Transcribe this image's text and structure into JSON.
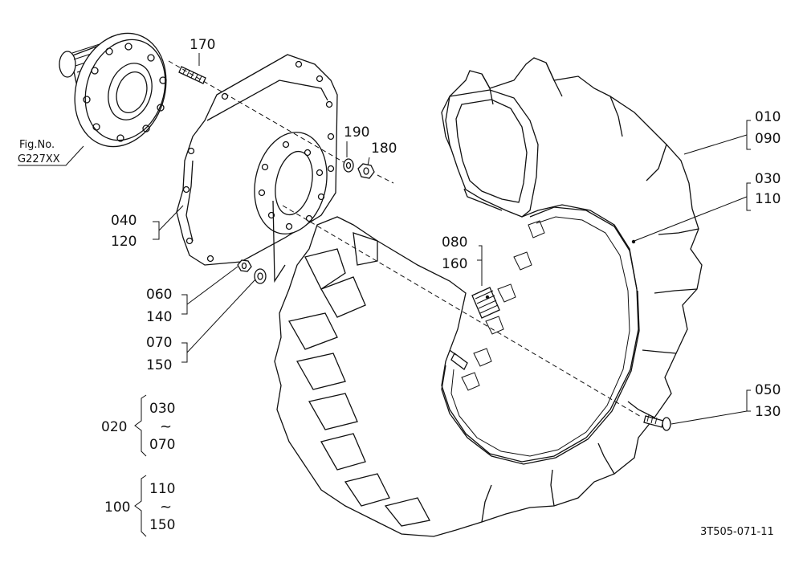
{
  "parts": {
    "p170": "170",
    "p190": "190",
    "p180": "180",
    "p010": "010",
    "p090": "090",
    "p030": "030",
    "p110": "110",
    "p040": "040",
    "p120": "120",
    "p080": "080",
    "p160": "160",
    "p060": "060",
    "p140": "140",
    "p070": "070",
    "p150": "150",
    "p050": "050",
    "p130": "130"
  },
  "groups": {
    "g020": {
      "label": "020",
      "from": "030",
      "sep": "~",
      "to": "070"
    },
    "g100": {
      "label": "100",
      "from": "110",
      "sep": "~",
      "to": "150"
    }
  },
  "figref": {
    "line1": "Fig.No.",
    "line2": "G227XX"
  },
  "drawing_code": "3T505-071-11"
}
